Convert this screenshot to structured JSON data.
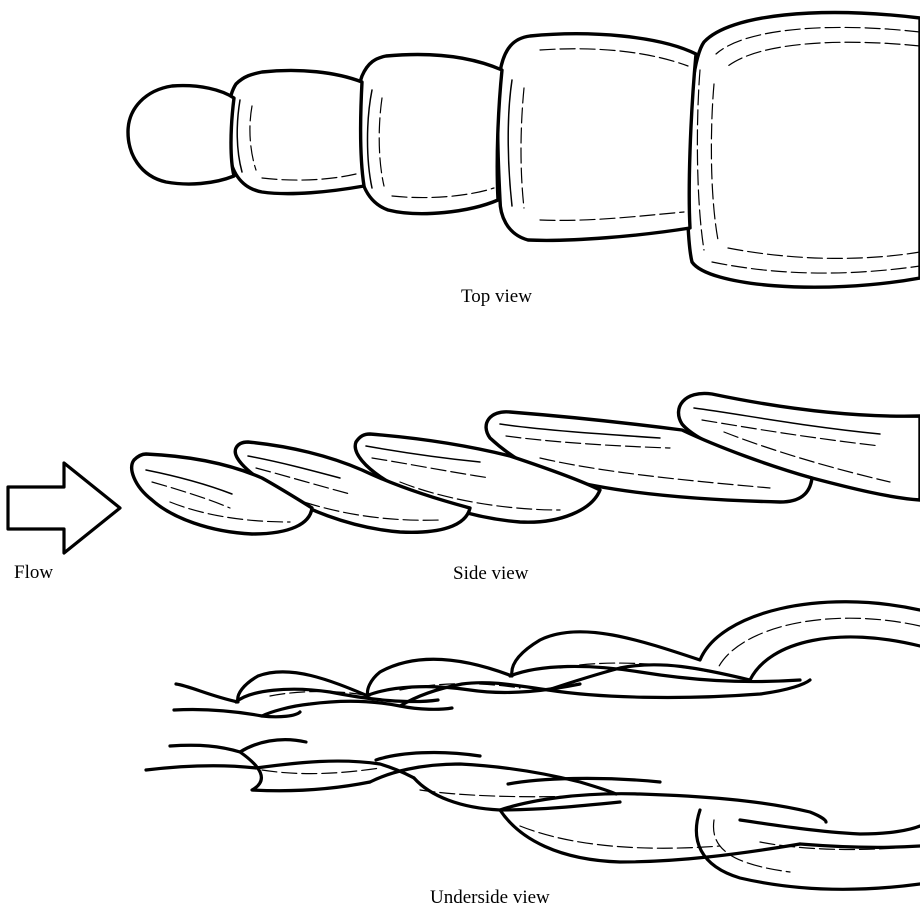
{
  "captions": {
    "top_view": "Top view",
    "side_view": "Side view",
    "flow": "Flow",
    "underside_view": "Underside view"
  },
  "colors": {
    "ink": "#000000",
    "background": "#ffffff"
  },
  "panels": [
    {
      "name": "top-view",
      "segment_count": 5,
      "shape": "rounded-lobe-chain"
    },
    {
      "name": "side-view",
      "segment_count": 5,
      "shape": "overlapping-curved-flaps"
    },
    {
      "name": "underside-view",
      "strand_count": 2,
      "shape": "twisted-braided-ribbons"
    }
  ],
  "flow_arrow": {
    "icon": "flow-arrow-icon",
    "direction": "right"
  }
}
